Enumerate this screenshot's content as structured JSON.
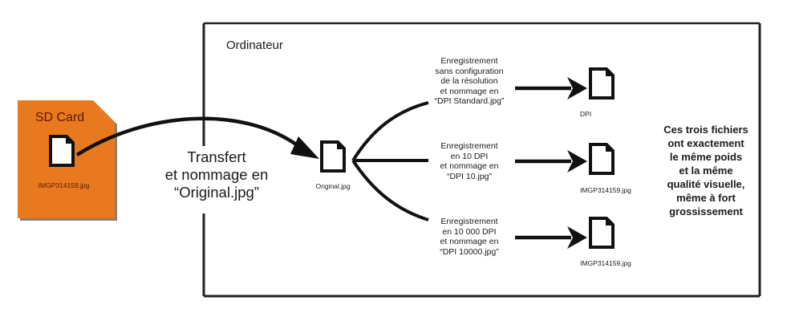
{
  "sd_card": {
    "title": "SD Card",
    "file_label": "IMGP314159.jpg",
    "fill_color": "#E8791E",
    "text_color": "#5a1a0a"
  },
  "transfer": {
    "label": "Transfert\net nommage en\n“Original.jpg”"
  },
  "computer": {
    "title": "Ordinateur",
    "original_file_label": "Original.jpg"
  },
  "branches": [
    {
      "step_label": "Enregistrement\nsans configuration\nde la résolution\net nommage en\n“DPI Standard.jpg”",
      "output_file_label": "DPI"
    },
    {
      "step_label": "Enregistrement\nen 10 DPI\net nommage en\n“DPI 10.jpg”",
      "output_file_label": "IMGP314159.jpg"
    },
    {
      "step_label": "Enregistrement\nen 10 000 DPI\net nommage en\n“DPI 10000.jpg”",
      "output_file_label": "IMGP314159.jpg"
    }
  ],
  "conclusion": "Ces trois fichiers\nont exactement\nle même poids\net la même\nqualité visuelle,\nmême à fort\ngrossissement"
}
